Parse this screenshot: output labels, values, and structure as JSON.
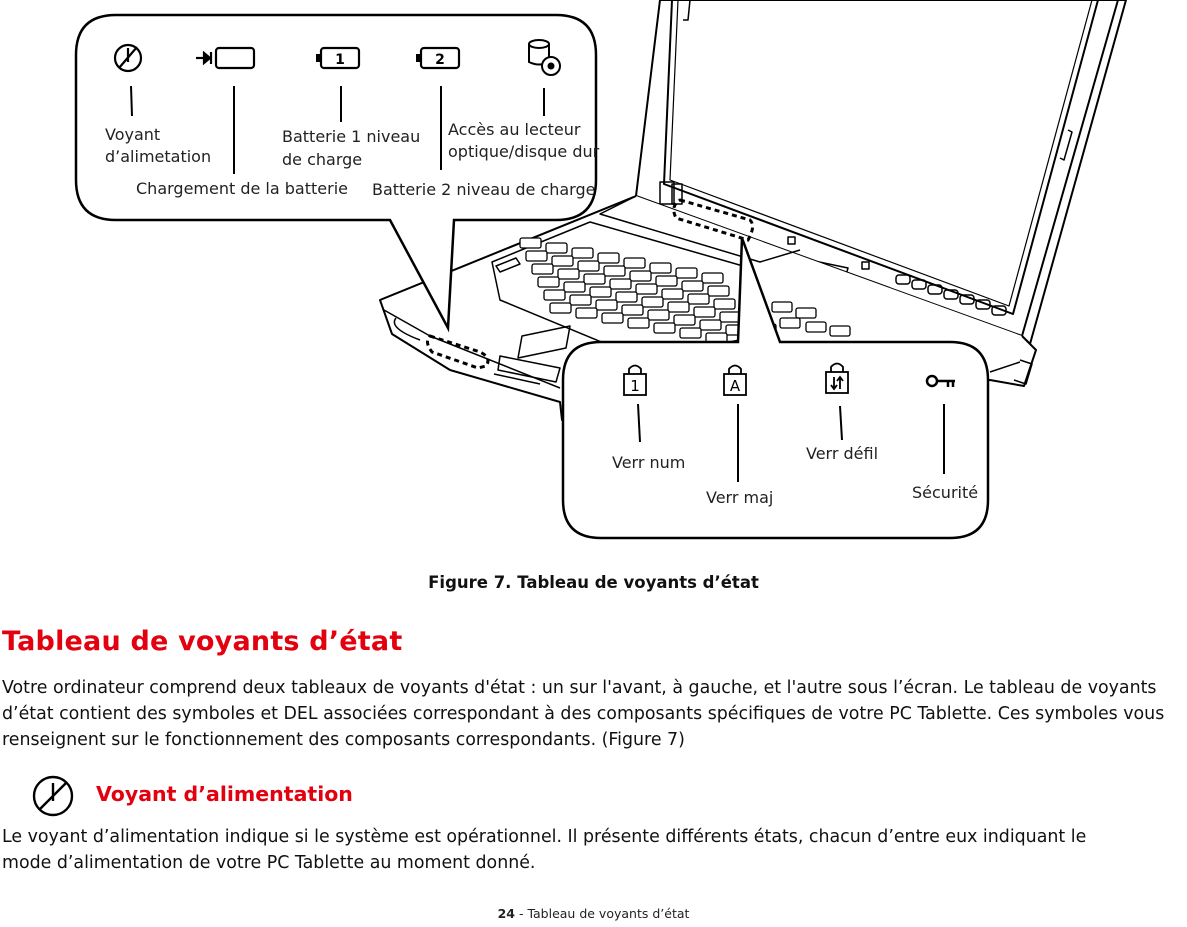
{
  "figure": {
    "top_panel_labels": {
      "power_line1": "Voyant",
      "power_line2": "d’alimetation",
      "charging": "Chargement de la batterie",
      "battery1_line1": "Batterie 1 niveau",
      "battery1_line2": "de charge",
      "battery2": "Batterie 2 niveau de charge",
      "drive_line1": "Accès au lecteur",
      "drive_line2": "optique/disque dur"
    },
    "battery_icon_digits": [
      "1",
      "2"
    ],
    "bottom_panel_labels": {
      "num_lock": "Verr num",
      "caps_lock": "Verr maj",
      "scroll_lock": "Verr défil",
      "security": "Sécurité"
    },
    "lock_icon_letters": [
      "1",
      "A"
    ],
    "icons": [
      "power-icon",
      "charging-icon",
      "battery-1-icon",
      "battery-2-icon",
      "drive-access-icon",
      "num-lock-icon",
      "caps-lock-icon",
      "scroll-lock-icon",
      "security-key-icon"
    ]
  },
  "caption": "Figure 7.  Tableau de voyants d’état",
  "section_heading": "Tableau de voyants d’état",
  "intro_paragraph": "Votre ordinateur comprend deux tableaux de voyants d'état : un sur l'avant, à gauche, et l'autre sous l’écran. Le tableau de voyants d’état contient des symboles et DEL associées correspondant à des composants spécifiques de votre PC Tablette. Ces symboles vous renseignent sur le fonctionnement des composants correspondants. (Figure 7)",
  "subsection_heading": "Voyant d’alimentation",
  "body_paragraph": "Le voyant d’alimentation indique si le système est opérationnel. Il présente différents états, chacun d’entre eux indiquant le mode d’alimentation de votre PC Tablette au moment donné.",
  "footer": {
    "page_number": "24",
    "separator": " - ",
    "text": "Tableau de voyants d’état"
  },
  "colors": {
    "heading_red": "#e3000f"
  }
}
